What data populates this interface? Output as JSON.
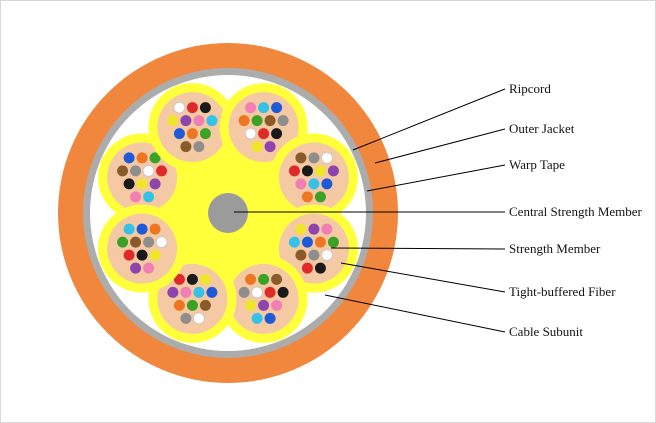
{
  "figure": {
    "type": "diagram",
    "subject": "Fiber optic cable cross-section",
    "labels": [
      {
        "text": "Ripcord"
      },
      {
        "text": "Outer Jacket"
      },
      {
        "text": "Warp Tape"
      },
      {
        "text": "Central Strength Member"
      },
      {
        "text": "Strength Member"
      },
      {
        "text": "Tight-buffered Fiber"
      },
      {
        "text": "Cable Subunit"
      }
    ],
    "cable": {
      "subunit_count": 8,
      "fibers_per_subunit": 12,
      "colors": {
        "outer_jacket": "#F0873C",
        "warp_tape": "#ACACAC",
        "interior": "#FFFFFF",
        "core": "#FFFF3A",
        "central_strength_member": "#9B9B9B",
        "subunit_ring": "#FFFF3A",
        "subunit_inner": "#F4C9A3",
        "leader_line": "#000000"
      },
      "fiber_colors": [
        "#1E5AD7",
        "#EE7623",
        "#3BA226",
        "#8B5A2B",
        "#8E8E8E",
        "#FFFFFF",
        "#E02A2A",
        "#1A1A1A",
        "#EFE52B",
        "#8E44AD",
        "#F27FB3",
        "#35C2E8"
      ]
    }
  }
}
